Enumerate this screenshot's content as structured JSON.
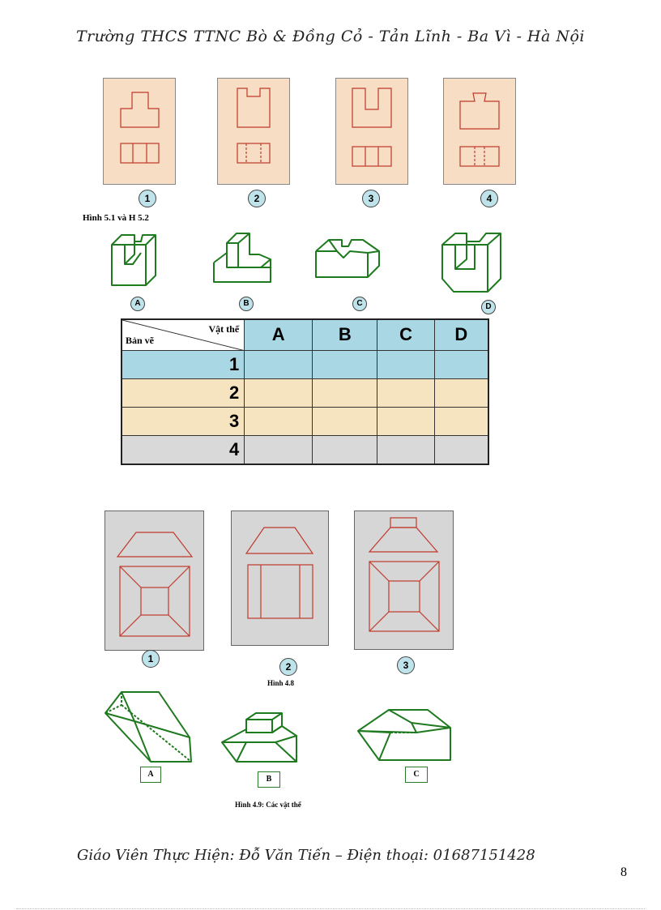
{
  "header": {
    "text": "Trường THCS TTNC Bò & Đồng Cỏ - Tản Lĩnh - Ba Vì - Hà Nội"
  },
  "section1": {
    "drawing_labels": [
      "1",
      "2",
      "3",
      "4"
    ],
    "caption": "Hình 5.1 và H 5.2",
    "object_labels": [
      "A",
      "B",
      "C",
      "D"
    ]
  },
  "table": {
    "corner_top": "Vật thể",
    "corner_bottom": "Bản vẽ",
    "columns": [
      "A",
      "B",
      "C",
      "D"
    ],
    "rows": [
      "1",
      "2",
      "3",
      "4"
    ],
    "row_colors": [
      "#a9d8e4",
      "#f6e3c0",
      "#f6e3c0",
      "#d9d9d9"
    ]
  },
  "section2": {
    "drawing_labels": [
      "1",
      "2",
      "3"
    ],
    "caption_drawings": "Hình 4.8",
    "object_labels": [
      "A",
      "B",
      "C"
    ],
    "caption_objects": "Hình 4.9: Các vật thể"
  },
  "footer": {
    "text": "Giáo Viên Thực Hiện: Đỗ Văn Tiến – Điện thoại: 01687151428",
    "page_number": "8"
  },
  "colors": {
    "drawing_red": "#c0392b",
    "object_green": "#1f7a1f",
    "badge_blue": "#bfe3ea"
  }
}
